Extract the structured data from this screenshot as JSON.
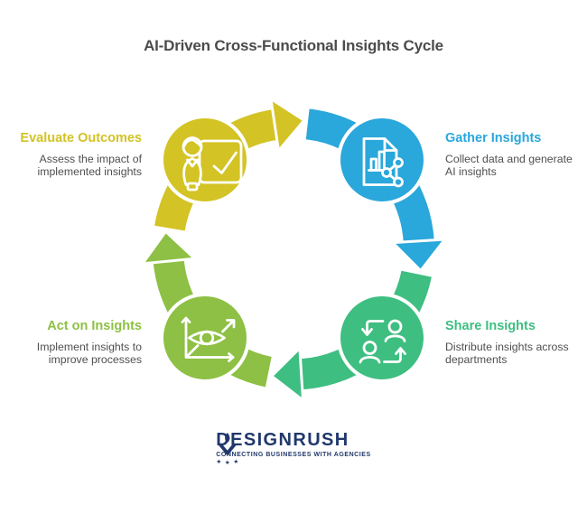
{
  "title": "AI-Driven Cross-Functional Insights Cycle",
  "colors": {
    "evaluate": "#d3c324",
    "gather": "#2aa7db",
    "share": "#3ebe81",
    "act": "#8dc044",
    "text": "#4b4b4b",
    "desc": "#4f4f4f",
    "navy": "#20386b"
  },
  "cycle": {
    "type": "circular-process",
    "direction": "clockwise",
    "steps": [
      {
        "id": "evaluate",
        "label": "Evaluate Outcomes",
        "description_lines": [
          "Assess the impact of",
          "implemented insights"
        ],
        "color": "#d3c324",
        "icon": "person-checkboard-icon",
        "position": "top-left"
      },
      {
        "id": "gather",
        "label": "Gather Insights",
        "description_lines": [
          "Collect data and generate",
          "AI insights"
        ],
        "color": "#2aa7db",
        "icon": "document-chart-share-icon",
        "position": "top-right"
      },
      {
        "id": "share",
        "label": "Share Insights",
        "description_lines": [
          "Distribute insights across",
          "departments"
        ],
        "color": "#3ebe81",
        "icon": "people-exchange-icon",
        "position": "bottom-right"
      },
      {
        "id": "act",
        "label": "Act on Insights",
        "description_lines": [
          "Implement insights to",
          "improve processes"
        ],
        "color": "#8dc044",
        "icon": "eye-growth-chart-icon",
        "position": "bottom-left"
      }
    ]
  },
  "footer": {
    "brand": "DESIGNRUSH",
    "tagline": "CONNECTING BUSINESSES WITH AGENCIES"
  }
}
